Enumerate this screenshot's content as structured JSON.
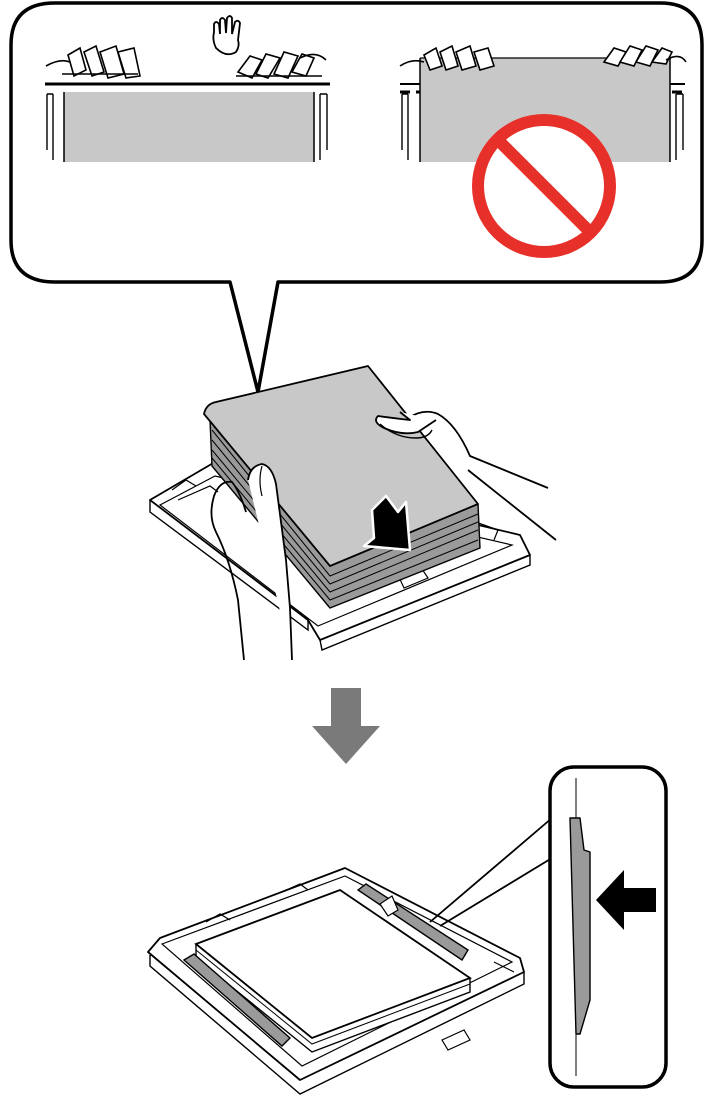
{
  "figure": {
    "steps": [
      "load-paper-stack",
      "slide-edge-guide"
    ],
    "callout": {
      "correct": "paper-below-guide-tabs",
      "incorrect": "paper-above-guide-tabs"
    },
    "icons": [
      "hand-stop-icon",
      "prohibition-icon",
      "down-arrow-icon",
      "push-arrow-icon"
    ]
  },
  "colors": {
    "ink": "#000000",
    "paper": "#c8c8c8",
    "paper_dark": "#9a9a9a",
    "tray": "#ffffff",
    "step_arrow": "#7a7a7a",
    "prohibition": "#e8302a"
  }
}
